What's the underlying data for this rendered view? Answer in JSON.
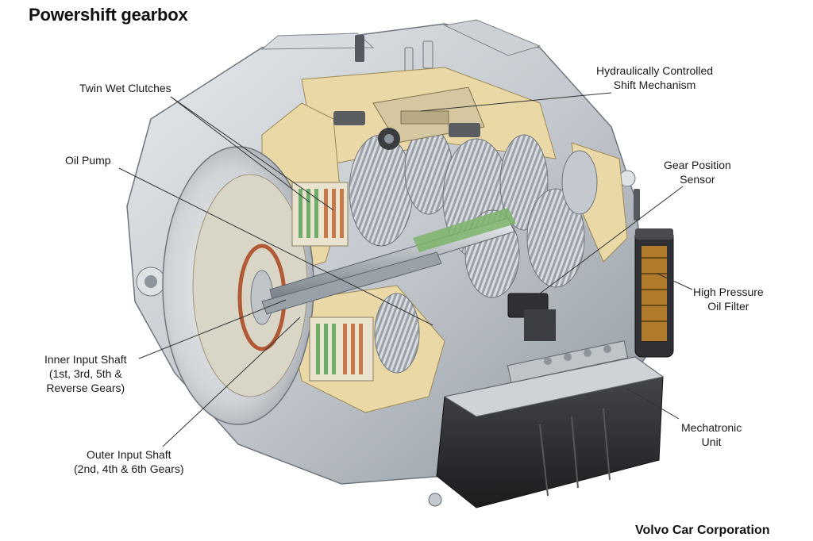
{
  "title": "Powershift gearbox",
  "credit": "Volvo Car Corporation",
  "labels": {
    "twin_wet_clutches": [
      "Twin Wet Clutches"
    ],
    "oil_pump": [
      "Oil Pump"
    ],
    "inner_input_shaft": [
      "Inner Input Shaft",
      "(1st, 3rd, 5th &",
      "Reverse Gears)"
    ],
    "outer_input_shaft": [
      "Outer Input Shaft",
      "(2nd, 4th & 6th Gears)"
    ],
    "hydraulic_shift": [
      "Hydraulically Controlled",
      "Shift Mechanism"
    ],
    "gear_position_sensor": [
      "Gear Position",
      "Sensor"
    ],
    "high_pressure_oil_filter": [
      "High Pressure",
      "Oil Filter"
    ],
    "mechatronic_unit": [
      "Mechatronic",
      "Unit"
    ]
  },
  "colors": {
    "casing": "#c9cdd2",
    "casing_dark": "#8d949c",
    "cutaway": "#e8d9a8",
    "clutch_green": "#6fae6a",
    "clutch_copper": "#c8794a",
    "shaft": "#b4bac1",
    "mechatronic": "#2b2b2e",
    "leader": "#333333"
  }
}
